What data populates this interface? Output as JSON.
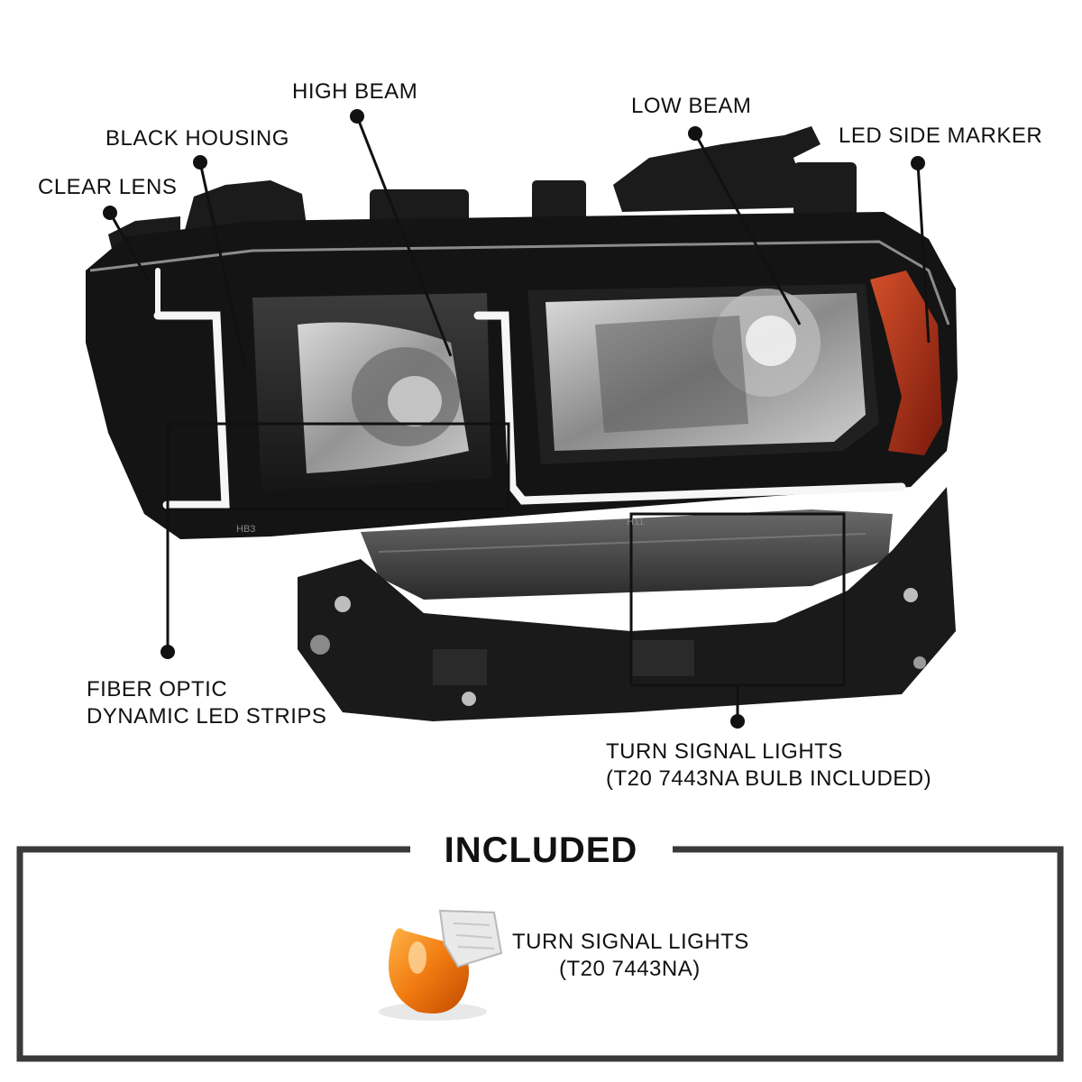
{
  "callouts": {
    "high_beam": "HIGH BEAM",
    "black_housing": "BLACK HOUSING",
    "clear_lens": "CLEAR LENS",
    "low_beam": "LOW BEAM",
    "led_side_marker": "LED SIDE MARKER",
    "fiber_optic_line1": "FIBER OPTIC",
    "fiber_optic_line2": "DYNAMIC LED STRIPS",
    "turn_signal_line1": "TURN SIGNAL LIGHTS",
    "turn_signal_line2": "(T20 7443NA BULB INCLUDED)"
  },
  "included": {
    "title": "INCLUDED",
    "item_line1": "TURN SIGNAL LIGHTS",
    "item_line2": "(T20 7443NA)"
  },
  "housing_marks": {
    "hb3": "HB3",
    "h11": "H11"
  },
  "colors": {
    "housing": "#141414",
    "amber_marker": "#b2321a",
    "bulb_amber": "#f07a10",
    "frame": "#3a3a3a"
  }
}
